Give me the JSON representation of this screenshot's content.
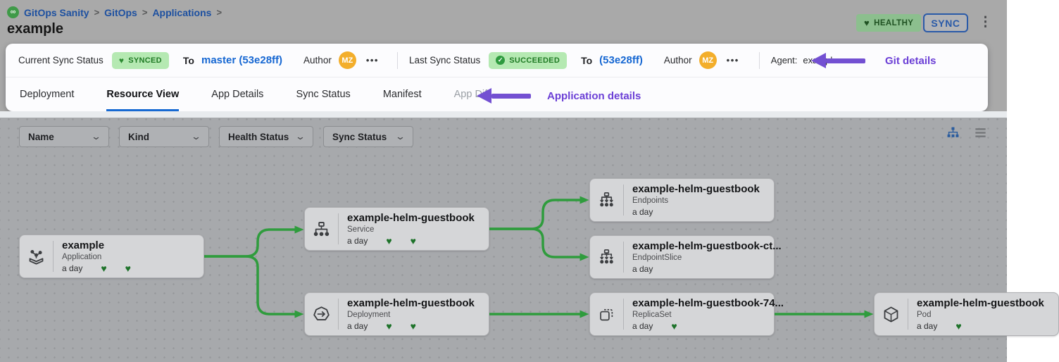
{
  "breadcrumb": {
    "items": [
      "GitOps Sanity",
      "GitOps",
      "Applications"
    ],
    "sep": ">",
    "logo_glyph": "∞"
  },
  "page": {
    "title": "example"
  },
  "header": {
    "health_badge": "HEALTHY",
    "sync_button": "SYNC",
    "kebab": "⋮"
  },
  "sync_bar": {
    "current": {
      "label": "Current Sync Status",
      "badge": "SYNCED",
      "to_label": "To",
      "commit": "master (53e28ff)",
      "author_label": "Author",
      "author_initials": "MZ",
      "more": "•••"
    },
    "last": {
      "label": "Last Sync Status",
      "badge": "SUCCEEDED",
      "check": "✓",
      "to_label": "To",
      "commit": "(53e28ff)",
      "author_label": "Author",
      "author_initials": "MZ",
      "more": "•••"
    },
    "agent": {
      "label": "Agent:",
      "value": "example"
    },
    "annotation": "Git details"
  },
  "tabs": {
    "items": [
      "Deployment",
      "Resource View",
      "App Details",
      "Sync Status",
      "Manifest",
      "App Diff"
    ],
    "active": "Resource View",
    "disabled": "App Diff",
    "annotation": "Application details"
  },
  "filters": {
    "items": [
      "Name",
      "Kind",
      "Health Status",
      "Sync Status"
    ],
    "chevron": "⌄"
  },
  "icons": {
    "heart": "♥"
  },
  "graph": {
    "nodes": [
      {
        "title": "example",
        "kind": "Application",
        "age": "a day",
        "hearts": 2
      },
      {
        "title": "example-helm-guestbook",
        "kind": "Service",
        "age": "a day",
        "hearts": 2
      },
      {
        "title": "example-helm-guestbook",
        "kind": "Deployment",
        "age": "a day",
        "hearts": 2
      },
      {
        "title": "example-helm-guestbook",
        "kind": "Endpoints",
        "age": "a day",
        "hearts": 0
      },
      {
        "title": "example-helm-guestbook-ct...",
        "kind": "EndpointSlice",
        "age": "a day",
        "hearts": 0
      },
      {
        "title": "example-helm-guestbook-74...",
        "kind": "ReplicaSet",
        "age": "a day",
        "hearts": 1
      },
      {
        "title": "example-helm-guestbook",
        "kind": "Pod",
        "age": "a day",
        "hearts": 1
      }
    ]
  },
  "colors": {
    "accent_blue": "#1669d2",
    "annotation_purple": "#6b3fd6",
    "edge_green": "#2f9c3d",
    "badge_green_bg": "#b5e9b2",
    "header_dim_gray": "#a9a9a9",
    "healthy_green": "#8cbf8e",
    "avatar_orange": "#f3ae2b"
  }
}
